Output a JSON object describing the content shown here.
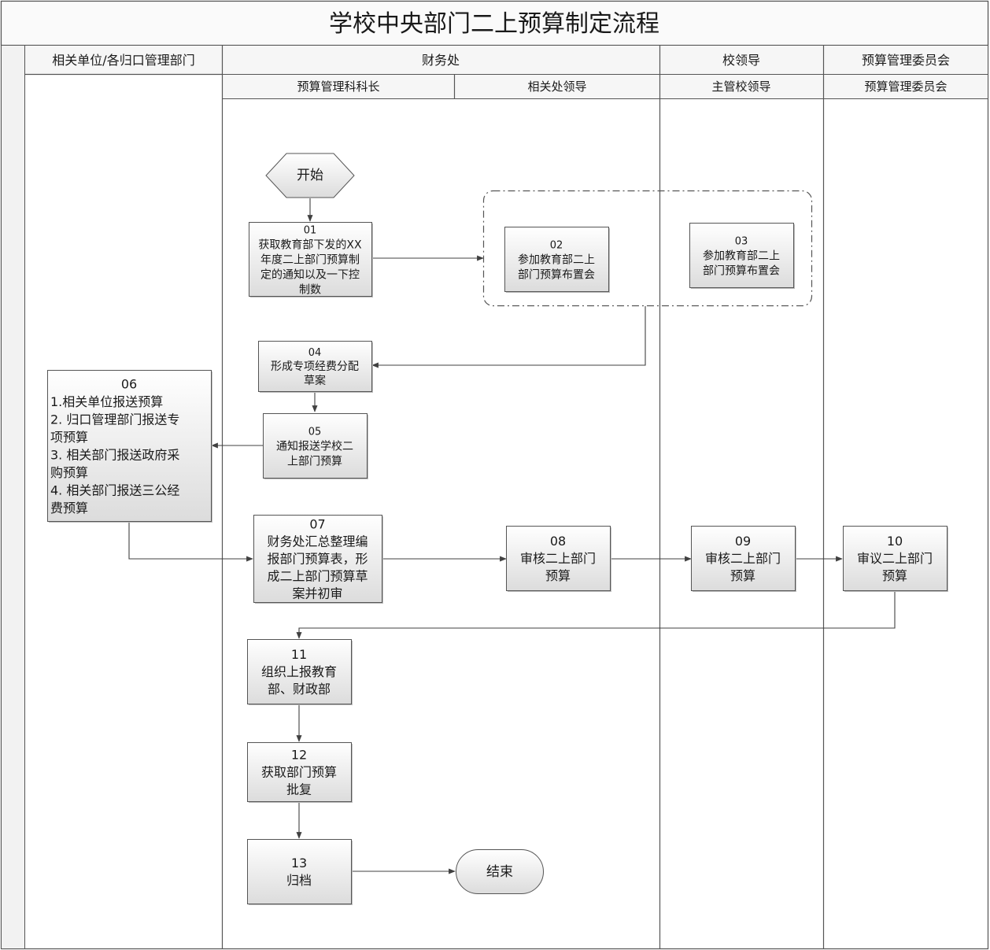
{
  "title": "学校中央部门二上预算制定流程",
  "lanes": [
    {
      "name": "相关单位/各归口管理部门",
      "roles": []
    },
    {
      "name": "财务处",
      "roles": [
        "预算管理科科长",
        "相关处领导"
      ]
    },
    {
      "name": "校领导",
      "roles": [
        "主管校领导"
      ]
    },
    {
      "name": "预算管理委员会",
      "roles": [
        "预算管理委员会"
      ]
    }
  ],
  "terminals": {
    "start": "开始",
    "end": "结束"
  },
  "steps": [
    {
      "id": "01",
      "lines": [
        "获取教育部下发的XX",
        "年度二上部门预算制",
        "定的通知以及一下控",
        "制数"
      ]
    },
    {
      "id": "02",
      "lines": [
        "参加教育部二上",
        "部门预算布置会"
      ]
    },
    {
      "id": "03",
      "lines": [
        "参加教育部二上",
        "部门预算布置会"
      ]
    },
    {
      "id": "04",
      "lines": [
        "形成专项经费分配",
        "草案"
      ]
    },
    {
      "id": "05",
      "lines": [
        "通知报送学校二",
        "上部门预算"
      ]
    },
    {
      "id": "06",
      "lines": [
        "1.相关单位报送预算",
        "2. 归口管理部门报送专",
        "项预算",
        "3. 相关部门报送政府采",
        "购预算",
        "4. 相关部门报送三公经",
        "费预算"
      ]
    },
    {
      "id": "07",
      "lines": [
        "财务处汇总整理编",
        "报部门预算表，形",
        "成二上部门预算草",
        "案并初审"
      ]
    },
    {
      "id": "08",
      "lines": [
        "审核二上部门",
        "预算"
      ]
    },
    {
      "id": "09",
      "lines": [
        "审核二上部门",
        "预算"
      ]
    },
    {
      "id": "10",
      "lines": [
        "审议二上部门",
        "预算"
      ]
    },
    {
      "id": "11",
      "lines": [
        "组织上报教育",
        "部、财政部"
      ]
    },
    {
      "id": "12",
      "lines": [
        "获取部门预算",
        "批复"
      ]
    },
    {
      "id": "13",
      "lines": [
        "归档"
      ]
    }
  ],
  "colors": {
    "line": "#404040",
    "box_top": "#ffffff",
    "box_bottom": "#dedede",
    "shadow": "#bdbdbd",
    "header": "#f4f4f4"
  }
}
